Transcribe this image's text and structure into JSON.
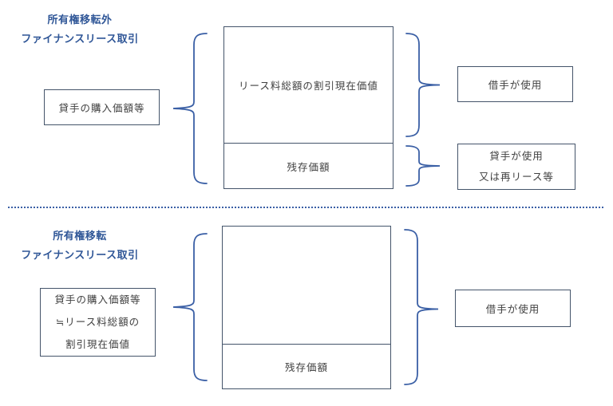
{
  "diagram": {
    "colors": {
      "title_blue": "#2F5697",
      "brace_blue": "#3A5FA5",
      "box_border": "#44546A",
      "text_gray": "#404040"
    },
    "section_top": {
      "title_line1": "所有権移転外",
      "title_line2": "ファイナンスリース取引",
      "left_box": "貸手の購入価額等",
      "stack_top": "リース料総額の割引現在価値",
      "stack_bottom": "残存価額",
      "right_box_top": "借手が使用",
      "right_box_bottom_line1": "貸手が使用",
      "right_box_bottom_line2": "又は再リース等"
    },
    "section_bottom": {
      "title_line1": "所有権移転",
      "title_line2": "ファイナンスリース取引",
      "left_box_line1": "貸手の購入価額等",
      "left_box_line2": "≒リース料総額の",
      "left_box_line3": "割引現在価値",
      "stack_top": "",
      "stack_bottom": "残存価額",
      "right_box": "借手が使用"
    }
  }
}
